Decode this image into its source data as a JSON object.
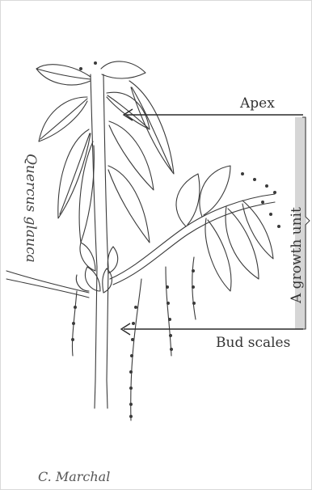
{
  "labels": {
    "apex": "Apex",
    "bud_scales": "Bud scales",
    "growth_unit": "A growth unit",
    "species": "Quercus glauca",
    "credit": "C. Marchal"
  },
  "colors": {
    "ink": "#333333",
    "bracket_fill": "#d6d6d6",
    "frame": "#d9d9d9"
  }
}
